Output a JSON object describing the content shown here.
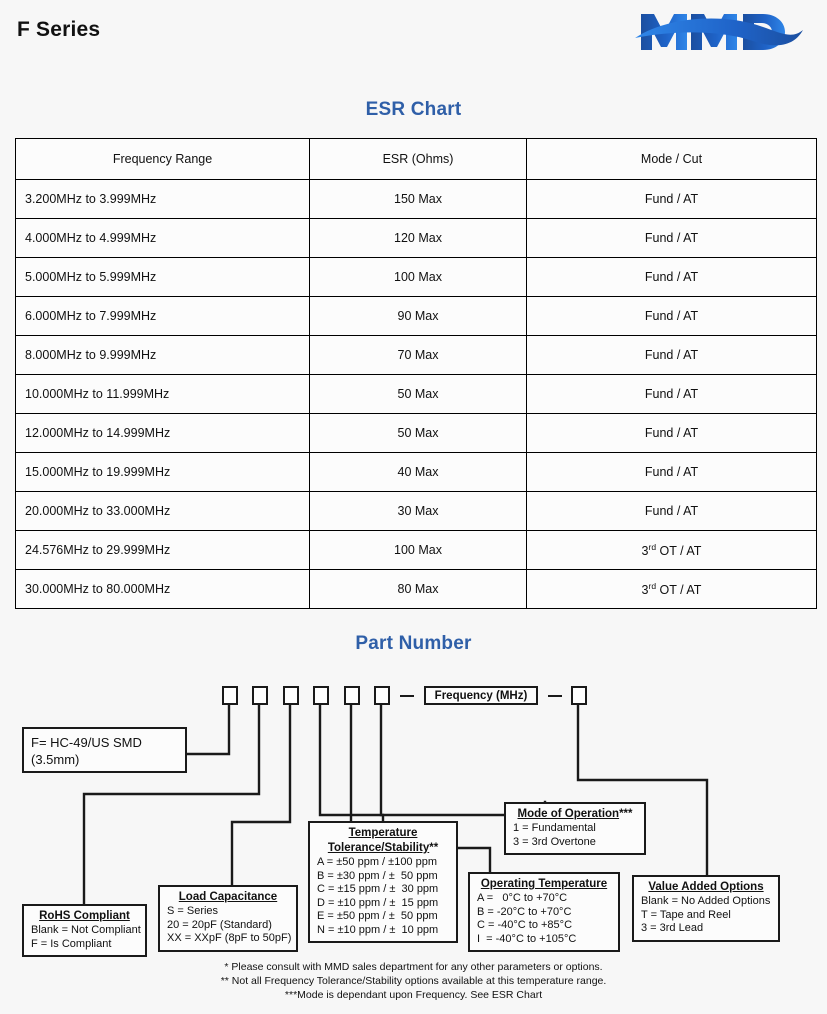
{
  "header": {
    "series_title": "F Series",
    "logo_text": "MMD",
    "logo_name": "mmd-logo"
  },
  "sections": {
    "esr_heading": "ESR Chart",
    "part_number_heading": "Part Number"
  },
  "colors": {
    "heading_blue": "#2f5fa8",
    "logo_blue_dark": "#1b4fa0",
    "logo_blue_light": "#2f86e8",
    "page_background": "#f7f7f7",
    "table_border": "#000000"
  },
  "esr_table": {
    "columns": [
      "Frequency Range",
      "ESR (Ohms)",
      "Mode / Cut"
    ],
    "rows": [
      {
        "frequency": "3.200MHz to 3.999MHz",
        "esr": "150 Max",
        "mode": "Fund / AT",
        "mode_sup": ""
      },
      {
        "frequency": "4.000MHz to 4.999MHz",
        "esr": "120 Max",
        "mode": "Fund / AT",
        "mode_sup": ""
      },
      {
        "frequency": "5.000MHz to 5.999MHz",
        "esr": "100 Max",
        "mode": "Fund / AT",
        "mode_sup": ""
      },
      {
        "frequency": "6.000MHz to 7.999MHz",
        "esr": "90 Max",
        "mode": "Fund / AT",
        "mode_sup": ""
      },
      {
        "frequency": "8.000MHz to 9.999MHz",
        "esr": "70 Max",
        "mode": "Fund / AT",
        "mode_sup": ""
      },
      {
        "frequency": "10.000MHz to 11.999MHz",
        "esr": "50 Max",
        "mode": "Fund / AT",
        "mode_sup": ""
      },
      {
        "frequency": "12.000MHz to 14.999MHz",
        "esr": "50 Max",
        "mode": "Fund / AT",
        "mode_sup": ""
      },
      {
        "frequency": "15.000MHz to 19.999MHz",
        "esr": "40 Max",
        "mode": "Fund / AT",
        "mode_sup": ""
      },
      {
        "frequency": "20.000MHz to 33.000MHz",
        "esr": "30 Max",
        "mode": "Fund / AT",
        "mode_sup": ""
      },
      {
        "frequency": "24.576MHz to 29.999MHz",
        "esr": "100 Max",
        "mode_prefix": "3",
        "mode_sup": "rd",
        "mode_suffix": " OT / AT"
      },
      {
        "frequency": "30.000MHz to 80.000MHz",
        "esr": "80 Max",
        "mode_prefix": "3",
        "mode_sup": "rd",
        "mode_suffix": " OT / AT"
      }
    ]
  },
  "part_number": {
    "slot_count": 6,
    "frequency_box_label": "Frequency (MHz)",
    "dash": "—",
    "trailing_slot_count": 1,
    "callouts": {
      "package": {
        "lines": [
          "F= HC-49/US SMD",
          "(3.5mm)"
        ]
      },
      "rohs": {
        "title": "RoHS Compliant",
        "stars": "",
        "lines": [
          "Blank = Not Compliant",
          "F = Is Compliant"
        ]
      },
      "load_capacitance": {
        "title": "Load Capacitance",
        "stars": "",
        "lines": [
          "S = Series",
          "20 = 20pF (Standard)",
          "XX = XXpF (8pF to 50pF)"
        ]
      },
      "temperature_tolerance": {
        "title_line1": "Temperature",
        "title_line2": "Tolerance/Stability",
        "stars": "**",
        "lines": [
          "A = ±50 ppm / ±100 ppm",
          "B = ±30 ppm / ±  50 ppm",
          "C = ±15 ppm / ±  30 ppm",
          "D = ±10 ppm / ±  15 ppm",
          "E = ±50 ppm / ±  50 ppm",
          "N = ±10 ppm / ±  10 ppm"
        ]
      },
      "operating_temperature": {
        "title": "Operating Temperature",
        "stars": "",
        "lines": [
          "A =   0°C to +70°C",
          "B = -20°C to +70°C",
          "C = -40°C to +85°C",
          "I  = -40°C to +105°C"
        ]
      },
      "mode_of_operation": {
        "title": "Mode of Operation",
        "stars": "***",
        "lines": [
          "1 = Fundamental",
          "3 = 3rd Overtone"
        ]
      },
      "value_added_options": {
        "title": "Value Added Options",
        "stars": "",
        "lines": [
          "Blank = No Added Options",
          "T = Tape and Reel",
          "3 = 3rd Lead"
        ]
      }
    }
  },
  "footnotes": [
    "* Please consult with MMD sales department for any other parameters or options.",
    "** Not all Frequency Tolerance/Stability options available at this temperature range.",
    "***Mode is dependant upon Frequency. See ESR Chart"
  ]
}
